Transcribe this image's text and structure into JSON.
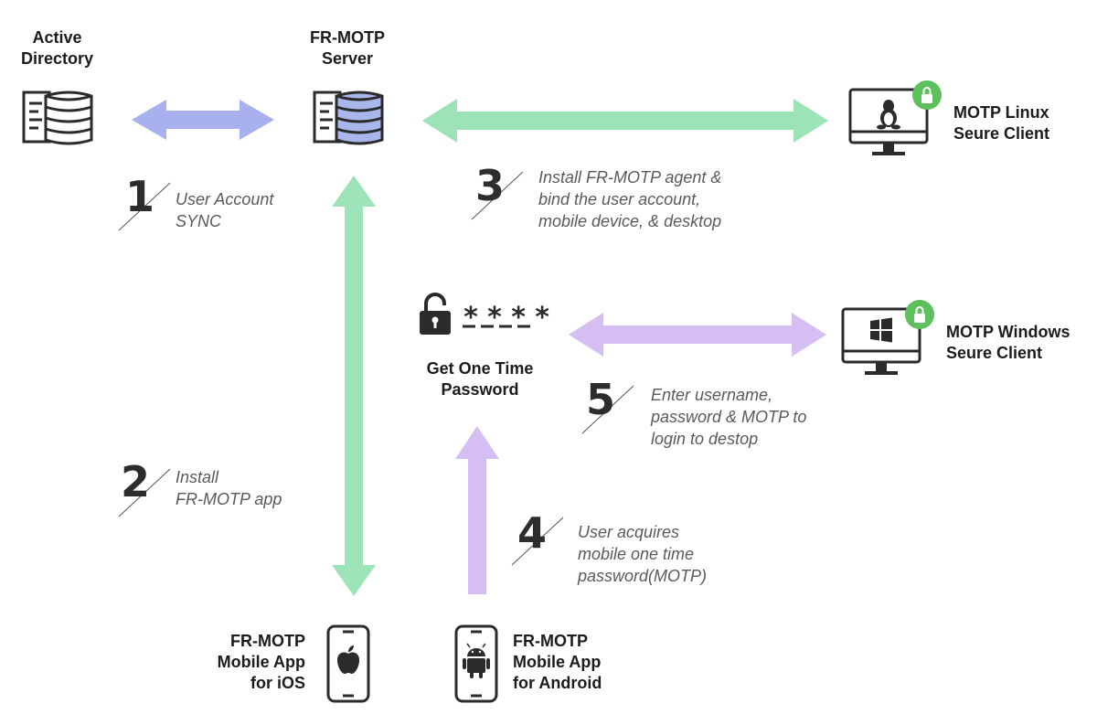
{
  "nodes": {
    "active_directory": {
      "line1": "Active",
      "line2": "Directory"
    },
    "server": {
      "line1": "FR-MOTP",
      "line2": "Server"
    },
    "linux_client": {
      "line1": "MOTP Linux",
      "line2": "Seure Client"
    },
    "windows_client": {
      "line1": "MOTP Windows",
      "line2": "Seure Client"
    },
    "otp": {
      "line1": "Get One Time",
      "line2": "Password",
      "masked": "****"
    },
    "ios_app": {
      "line1": "FR-MOTP",
      "line2": "Mobile App",
      "line3": "for iOS"
    },
    "android_app": {
      "line1": "FR-MOTP",
      "line2": "Mobile App",
      "line3": "for Android"
    }
  },
  "steps": [
    {
      "num": "1",
      "lines": [
        "User Account",
        "SYNC"
      ]
    },
    {
      "num": "2",
      "lines": [
        "Install",
        "FR-MOTP app"
      ]
    },
    {
      "num": "3",
      "lines": [
        "Install FR-MOTP agent &",
        "bind the user account,",
        "mobile device, & desktop"
      ]
    },
    {
      "num": "4",
      "lines": [
        "User acquires",
        "mobile one time",
        "password(MOTP)"
      ]
    },
    {
      "num": "5",
      "lines": [
        "Enter username,",
        "password & MOTP to",
        "login to destop"
      ]
    }
  ],
  "icons": {
    "database": "database-icon",
    "monitor": "monitor-icon",
    "lock": "lock-icon",
    "phone": "phone-icon",
    "apple": "apple-icon",
    "android": "android-icon",
    "linux": "linux-penguin-icon",
    "windows": "windows-icon"
  },
  "colors": {
    "blue_arrow": "#a9b0ee",
    "green_arrow": "#9de3b8",
    "purple_arrow": "#d5bff2",
    "lock_badge": "#5cc05c",
    "db_accent": "#a9b6ec",
    "dark": "#2b2b2b"
  }
}
